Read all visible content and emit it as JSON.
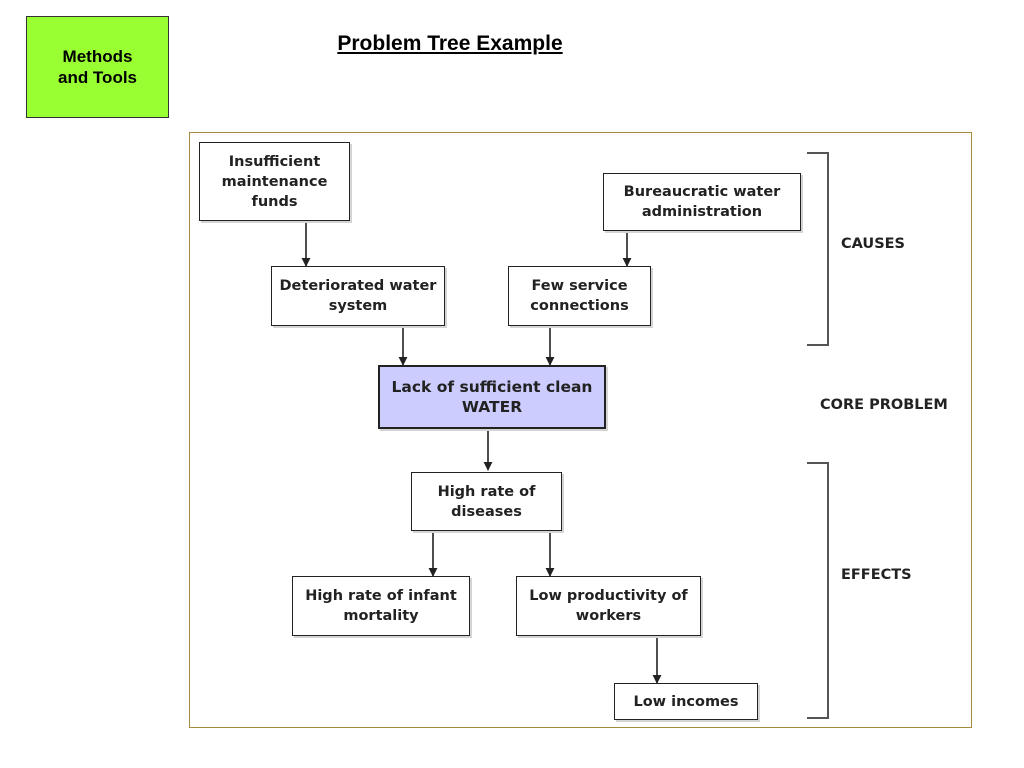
{
  "badge": {
    "label": "Methods\nand Tools"
  },
  "page": {
    "title": "Problem Tree Example"
  },
  "diagram": {
    "nodes": {
      "insufficient_funds": "Insufficient maintenance funds",
      "bureaucratic_admin": "Bureaucratic water administration",
      "deteriorated_system": "Deteriorated water system",
      "few_connections": "Few service connections",
      "core_problem": "Lack of sufficient clean WATER",
      "high_disease": "High rate of diseases",
      "infant_mortality": "High rate of infant mortality",
      "low_productivity": "Low productivity of workers",
      "low_incomes": "Low incomes"
    },
    "section_labels": {
      "causes": "CAUSES",
      "core": "CORE PROBLEM",
      "effects": "EFFECTS"
    }
  }
}
